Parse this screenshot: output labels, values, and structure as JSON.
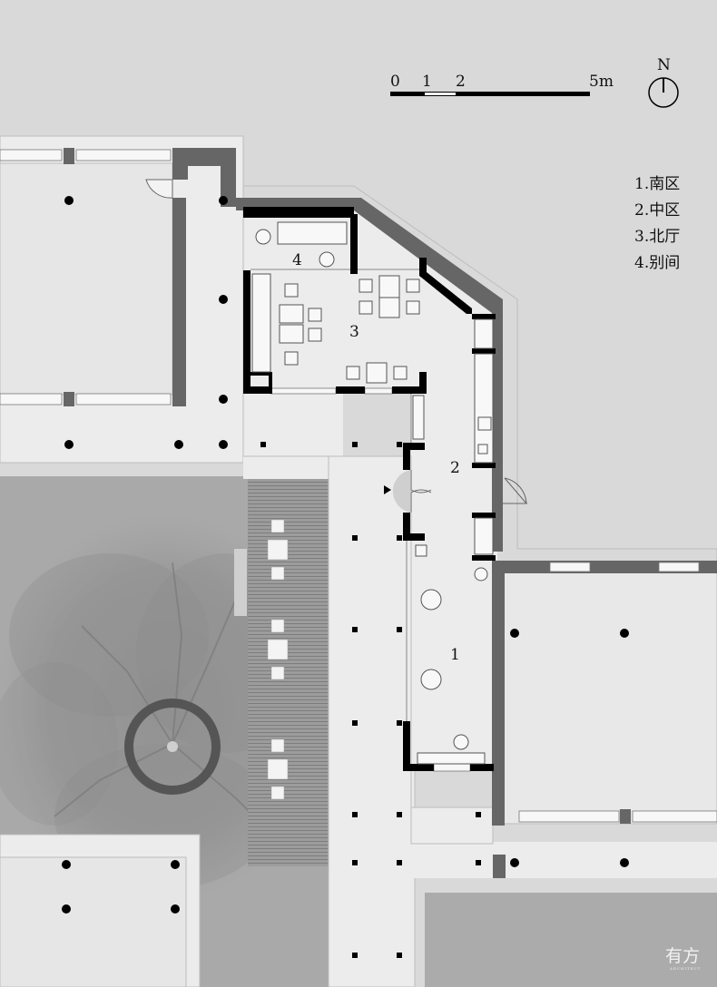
{
  "scale_bar": {
    "ticks": [
      "0",
      "1",
      "2",
      "5m"
    ]
  },
  "north": {
    "label": "N"
  },
  "legend": [
    "1.南区",
    "2.中区",
    "3.北厅",
    "4.别间"
  ],
  "room_labels": [
    "1",
    "2",
    "3",
    "4"
  ],
  "watermark": {
    "text": "有方",
    "sub": "ARCHITECT"
  },
  "colors": {
    "background": "#d9d9d9",
    "floor": "#ececec",
    "wall": "#666666",
    "new_wall": "#000000",
    "court": "#a9a9a9"
  }
}
